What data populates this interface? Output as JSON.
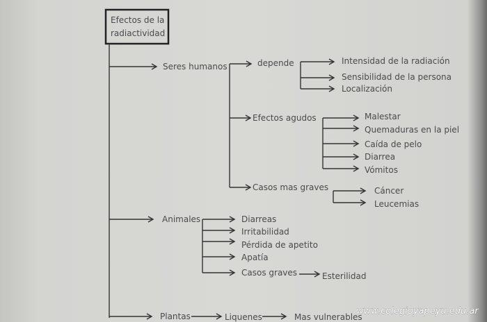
{
  "title_lines": [
    "Efectos de la",
    "radiactividad"
  ],
  "humanos": {
    "label": "Seres humanos",
    "depende": {
      "label": "depende",
      "items": [
        "Intensidad de la radiación",
        "Sensibilidad de la persona",
        "Localización"
      ]
    },
    "agudos": {
      "label": "Efectos agudos",
      "items": [
        "Malestar",
        "Quemaduras en la piel",
        "Caída de pelo",
        "Diarrea",
        "Vómitos"
      ]
    },
    "graves": {
      "label": "Casos mas graves",
      "items": [
        "Cáncer",
        "Leucemias"
      ]
    }
  },
  "animales": {
    "label": "Animales",
    "items": [
      "Diarreas",
      "Irritabilidad",
      "Pérdida de apetito",
      "Apatía",
      "Casos graves"
    ],
    "graves_result": "Esterilidad"
  },
  "plantas": {
    "label": "Plantas",
    "sub": "Liquenes",
    "result": "Mas vulnerables"
  },
  "watermark": "www.colegioyapeyu.edu.ar"
}
